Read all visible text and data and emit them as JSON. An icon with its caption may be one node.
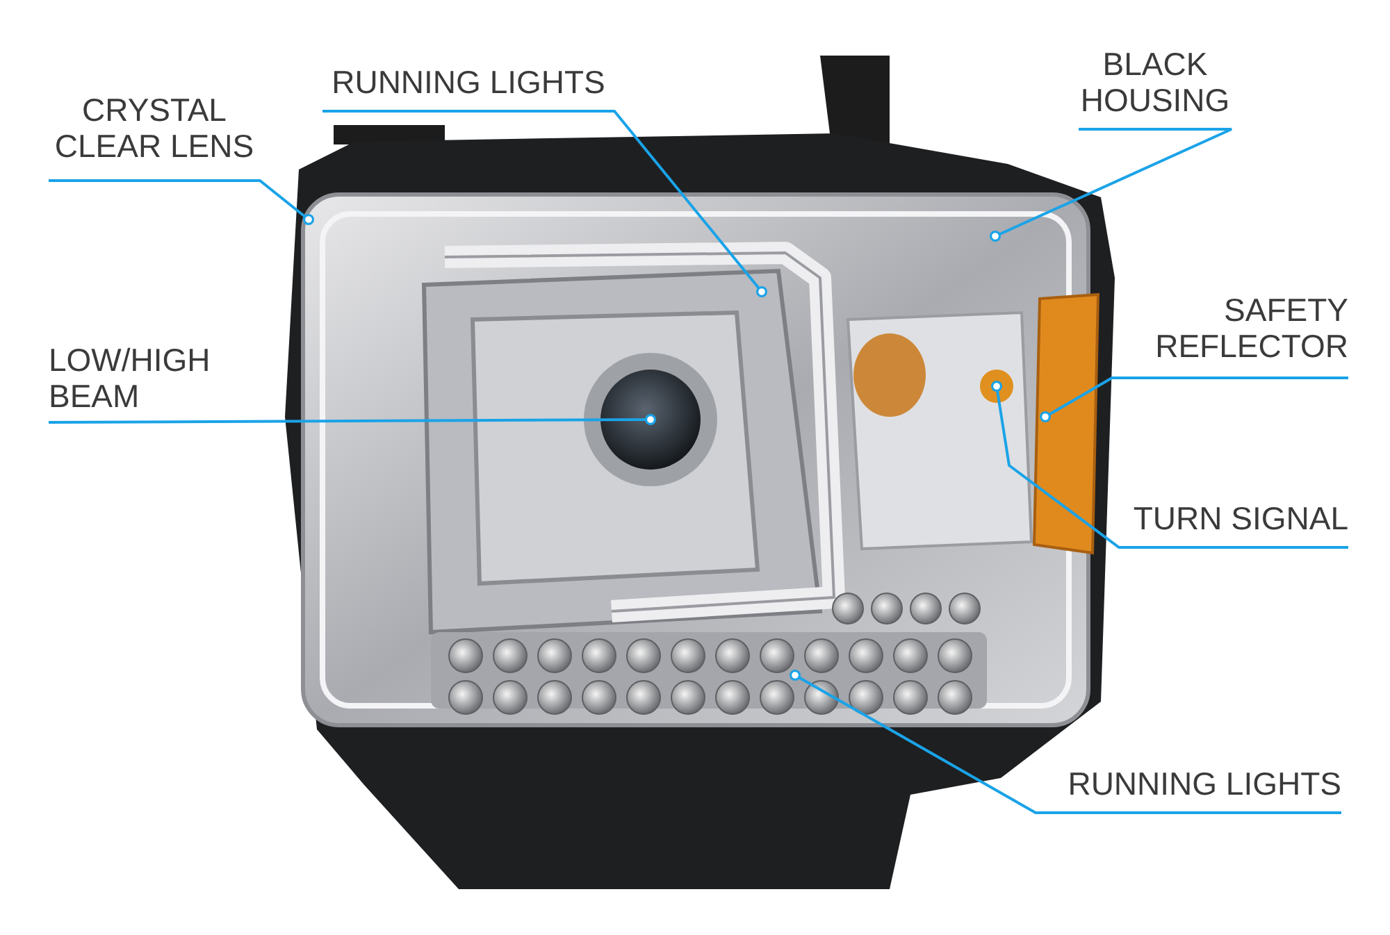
{
  "diagram": {
    "nodes": [
      {
        "text": [
          "CRYSTAL CLEAR LENS"
        ]
      },
      {
        "text": [
          "RUNNING LIGHTS"
        ]
      },
      {
        "text": [
          "BLACK HOUSING"
        ]
      },
      {
        "text": [
          "LOW/HIGH BEAM"
        ]
      },
      {
        "text": [
          "SAFETY REFLECTOR"
        ]
      },
      {
        "text": [
          "TURN SIGNAL"
        ]
      },
      {
        "text": [
          "RUNNING LIGHTS"
        ]
      }
    ],
    "edges": [
      {
        "from": 0,
        "to": null,
        "arrow": "other"
      },
      {
        "from": 1,
        "to": null,
        "arrow": "other"
      },
      {
        "from": 2,
        "to": null,
        "arrow": "other"
      },
      {
        "from": 3,
        "to": null,
        "arrow": "other"
      },
      {
        "from": 4,
        "to": null,
        "arrow": "other"
      },
      {
        "from": 5,
        "to": null,
        "arrow": "other"
      },
      {
        "from": 6,
        "to": null,
        "arrow": "other"
      }
    ]
  }
}
